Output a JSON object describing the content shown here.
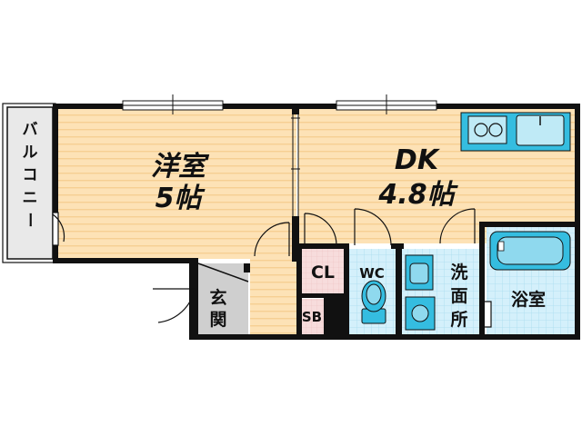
{
  "rooms": {
    "balcony": {
      "label": [
        "バ",
        "ル",
        "コ",
        "ニ",
        "ー"
      ]
    },
    "western_room": {
      "name": "洋室",
      "size": "5帖"
    },
    "dk": {
      "name": "DK",
      "size": "4.8帖"
    },
    "closet": {
      "label": "CL"
    },
    "shoe_box": {
      "label": "SB"
    },
    "wc": {
      "label": "WC"
    },
    "washroom": {
      "label": [
        "洗",
        "面",
        "所"
      ]
    },
    "bathroom": {
      "label": "浴室"
    },
    "entrance": {
      "label": [
        "玄",
        "関"
      ]
    }
  },
  "colors": {
    "wood_floor": "#fde2b6",
    "wood_stripe": "#f6cf93",
    "balcony_floor": "#e9e9e9",
    "wet_floor": "#d4f0fb",
    "wet_grid": "#a9dcef",
    "closet_floor": "#f7dcdc",
    "entrance_floor": "#cfcfcf",
    "wall": "#111111",
    "fixture": "#35bde0",
    "fixture_dark": "#0e8fb3"
  }
}
